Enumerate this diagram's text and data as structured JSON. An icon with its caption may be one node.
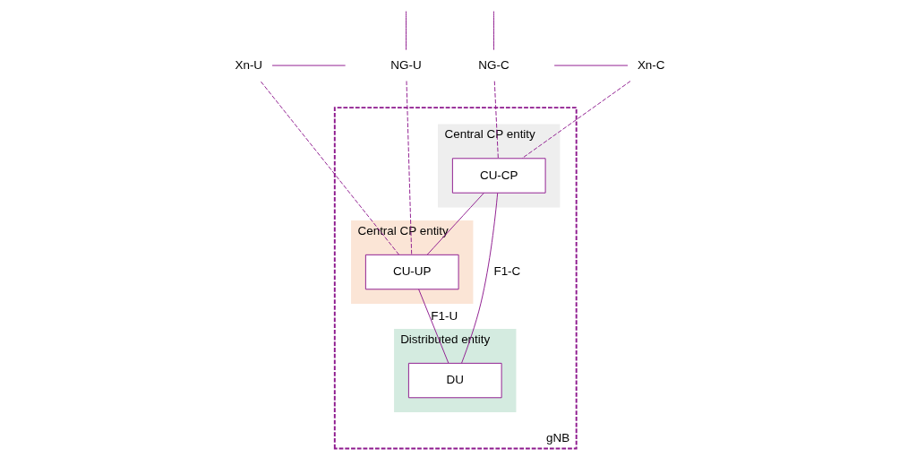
{
  "diagram": {
    "nodes": [
      {
        "text": [
          "gNB"
        ]
      },
      {
        "text": [
          "Central CP entity"
        ],
        "in": 0
      },
      {
        "text": [
          "CU-CP"
        ],
        "in": 1
      },
      {
        "text": [
          "Central CP entity"
        ],
        "in": 0
      },
      {
        "text": [
          "CU-UP"
        ],
        "in": 3
      },
      {
        "text": [
          "Distributed entity"
        ],
        "in": 0
      },
      {
        "text": [
          "DU"
        ],
        "in": 5
      },
      {
        "text": [
          "NG-C"
        ]
      },
      {
        "text": [
          "NG-U"
        ]
      },
      {
        "text": [
          "Xn-C"
        ]
      },
      {
        "text": [
          "Xn-U"
        ]
      }
    ],
    "edges": [
      {
        "from": null,
        "to": 7,
        "arrow": "none"
      },
      {
        "from": 7,
        "to": 2,
        "arrow": "none",
        "style": "dashed"
      },
      {
        "from": null,
        "to": 8,
        "arrow": "none"
      },
      {
        "from": 8,
        "to": 4,
        "arrow": "none",
        "style": "dashed"
      },
      {
        "from": null,
        "to": 9,
        "arrow": "none"
      },
      {
        "from": 9,
        "to": 2,
        "arrow": "none",
        "style": "dashed"
      },
      {
        "from": 2,
        "to": 4,
        "arrow": "none"
      },
      {
        "from": 4,
        "to": 10,
        "arrow": "none",
        "style": "dashed"
      },
      {
        "from": 10,
        "to": null,
        "arrow": "none"
      },
      {
        "from": 2,
        "to": 6,
        "arrow": "none",
        "label": "F1-C"
      },
      {
        "from": 4,
        "to": 6,
        "arrow": "none",
        "label": "F1-U"
      }
    ]
  }
}
